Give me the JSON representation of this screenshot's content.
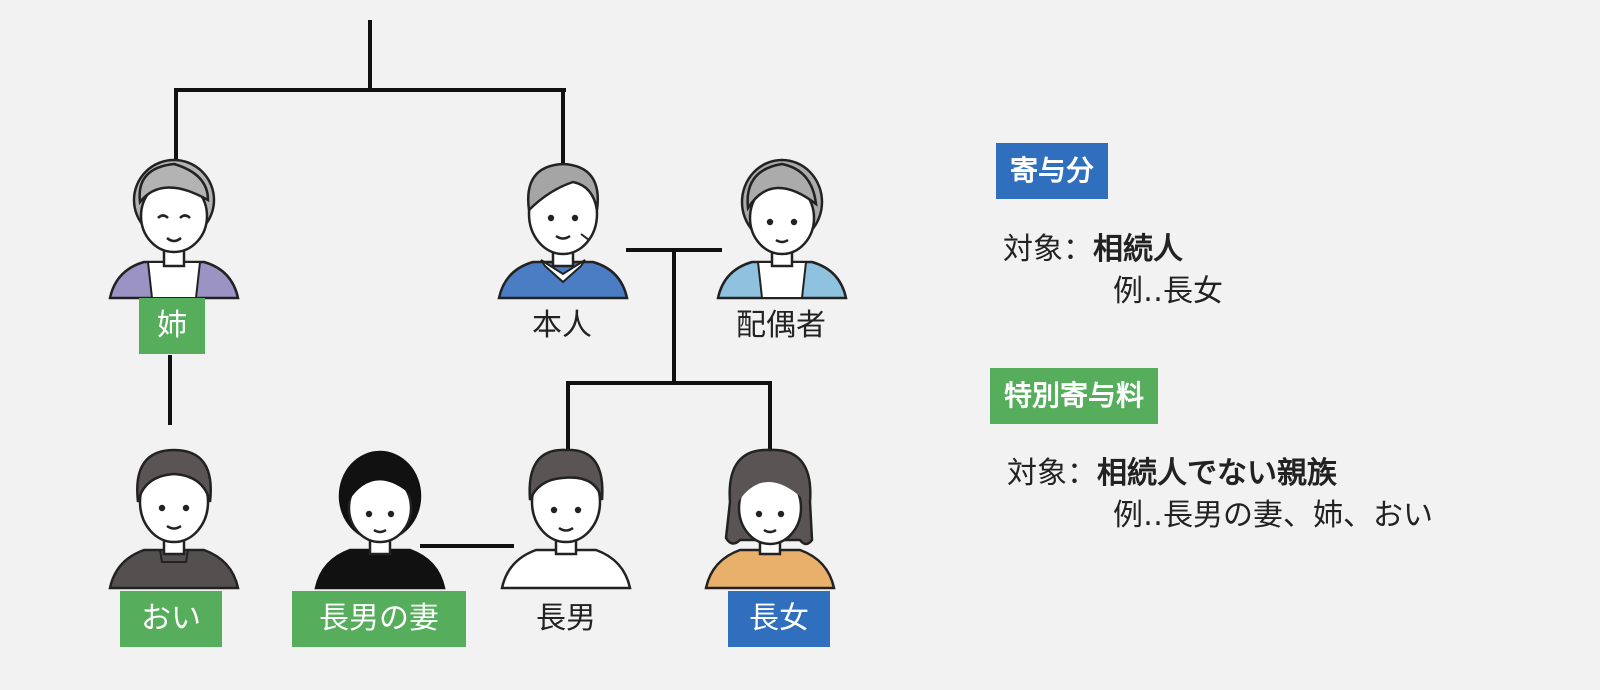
{
  "people": {
    "elder_sister": {
      "label": "姉",
      "highlight": "green"
    },
    "self": {
      "label": "本人",
      "highlight": "none"
    },
    "spouse": {
      "label": "配偶者",
      "highlight": "none"
    },
    "nephew": {
      "label": "おい",
      "highlight": "green"
    },
    "eldest_son_wife": {
      "label": "長男の妻",
      "highlight": "green"
    },
    "eldest_son": {
      "label": "長男",
      "highlight": "none"
    },
    "eldest_daughter": {
      "label": "長女",
      "highlight": "blue"
    }
  },
  "legend": {
    "contribution": {
      "badge": "寄与分",
      "badge_color": "#2f6fbe",
      "target_label": "対象：",
      "target_value": "相続人",
      "example": "例‥長女"
    },
    "special_contribution": {
      "badge": "特別寄与料",
      "badge_color": "#56ae5c",
      "target_label": "対象：",
      "target_value": "相続人でない親族",
      "example": "例‥長男の妻、姉、おい"
    }
  },
  "colors": {
    "green": "#56ae5c",
    "blue": "#2f6fbe",
    "background": "#f2f2f2",
    "line": "#111111"
  }
}
